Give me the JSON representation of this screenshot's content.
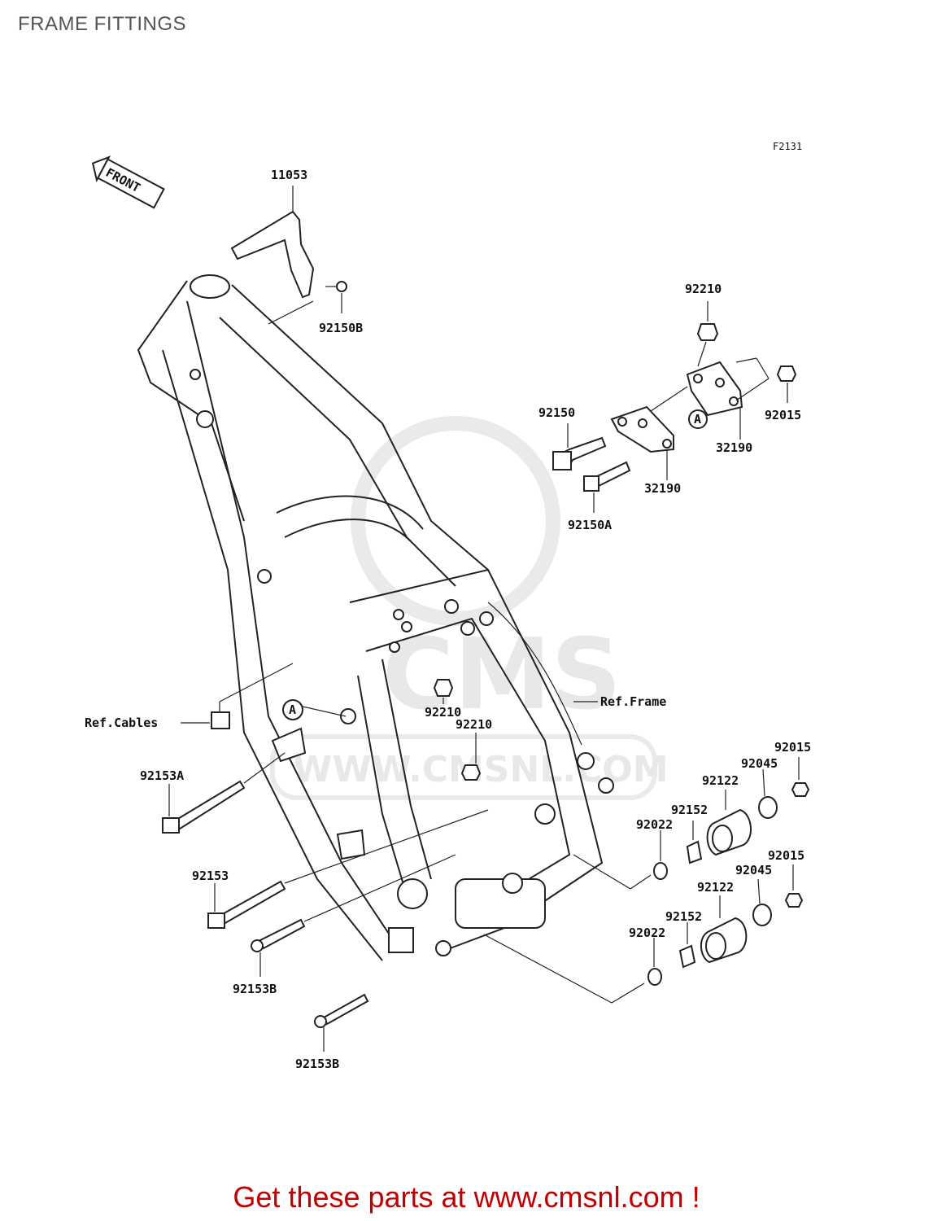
{
  "title": "FRAME FITTINGS",
  "figure_code": "F2131",
  "front_label": "FRONT",
  "footer": "Get these parts at www.cmsnl.com !",
  "watermark": {
    "text": "CMS",
    "url": "WWW.CMSNL.COM"
  },
  "ref_labels": {
    "cables": "Ref.Cables",
    "frame": "Ref.Frame"
  },
  "callout_letter": "A",
  "parts": {
    "p11053": "11053",
    "p92150B": "92150B",
    "p92210_top": "92210",
    "p92015_top": "92015",
    "p92150": "92150",
    "p32190_upper": "32190",
    "p32190_lower": "32190",
    "p92150A": "92150A",
    "p92210_mid1": "92210",
    "p92210_mid2": "92210",
    "p92153A": "92153A",
    "p92015_r1": "92015",
    "p92045_r1": "92045",
    "p92122_r1": "92122",
    "p92152_r1": "92152",
    "p92022_r1": "92022",
    "p92153": "92153",
    "p92015_r2": "92015",
    "p92045_r2": "92045",
    "p92122_r2": "92122",
    "p92152_r2": "92152",
    "p92022_r2": "92022",
    "p92153B_1": "92153B",
    "p92153B_2": "92153B"
  }
}
